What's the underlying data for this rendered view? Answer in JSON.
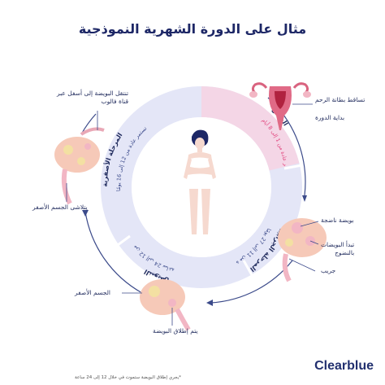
{
  "title": "مثال على الدورة الشهرية النموذجية",
  "phases": [
    {
      "name": "الحيض",
      "detail": "يستمر عادة من 1 إلى 8 أيام",
      "color": "#f4d6e6"
    },
    {
      "name": "المرحلة الجرابية",
      "detail": "تستمر عادة من 11 إلى 27 يومًا",
      "color": "#e4e6f7"
    },
    {
      "name": "التبويض",
      "detail": "من 12 إلى 24 ساعة *",
      "color": "#e4e6f7"
    },
    {
      "name": "المرحلة الأصفرية",
      "detail": "تستمر عادة من 12 إلى 16 يومًا",
      "color": "#e4e6f7"
    }
  ],
  "labels": {
    "uterus": [
      "تساقط بطانة الرحم",
      "بداية الدورة"
    ],
    "mature_egg": "بويضة ناضجة",
    "maturing_eggs": [
      "تبدأ البويضات",
      "بالنضوج"
    ],
    "follicle": "جريب",
    "corpus_luteum": "الجسم الأصفر",
    "egg_release": "يتم إطلاق البويضة",
    "corpus_dissolve": "يتلاشى الجسم الأصفر",
    "egg_travel": [
      "تنتقل البويضة إلى أسفل عبر",
      "قناة فالوب"
    ]
  },
  "footnote": "*يجري إطلاق البويضة ستموت في خلال 12 إلى 24 ساعة",
  "brand": "Clearblue",
  "colors": {
    "title": "#1d2766",
    "accent": "#e0407a",
    "ring": "#e4e6f7",
    "arrow": "#3b4a8a"
  }
}
